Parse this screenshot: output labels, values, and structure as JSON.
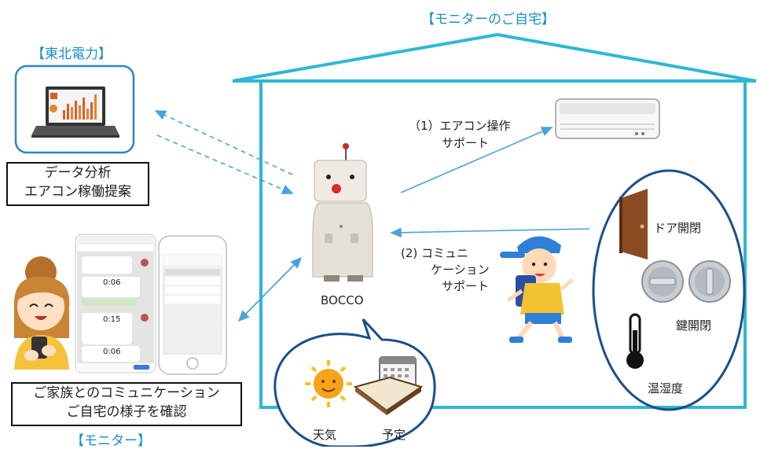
{
  "monitor_home_title": "【モニターのご自宅】",
  "tohoku": {
    "title": "【東北電力】",
    "box_line1": "データ分析",
    "box_line2": "エアコン稼働提案"
  },
  "monitor": {
    "box_line1": "ご家族とのコミュニケーション",
    "box_line2": "ご自宅の様子を確認",
    "title": "【モニター】"
  },
  "phone_left": {
    "time_label_1": "0:06",
    "time_label_2": "0:15",
    "time_label_3": "0:06"
  },
  "robot_label": "BOCCO",
  "aircon_support": {
    "line1": "（1）エアコン操作",
    "line2": "サポート"
  },
  "comm_support": {
    "line1": "(2) コミュニ",
    "line2": "ケーション",
    "line3": "サポート"
  },
  "sensors": {
    "door": "ドア開閉",
    "lock": "鍵開閉",
    "temp": "温湿度"
  },
  "bubble": {
    "weather": "天気",
    "schedule": "予定"
  },
  "colors": {
    "accent": "#1a8fc6",
    "house": "#2fb7d3",
    "sensor_outline": "#1a4f8a"
  }
}
